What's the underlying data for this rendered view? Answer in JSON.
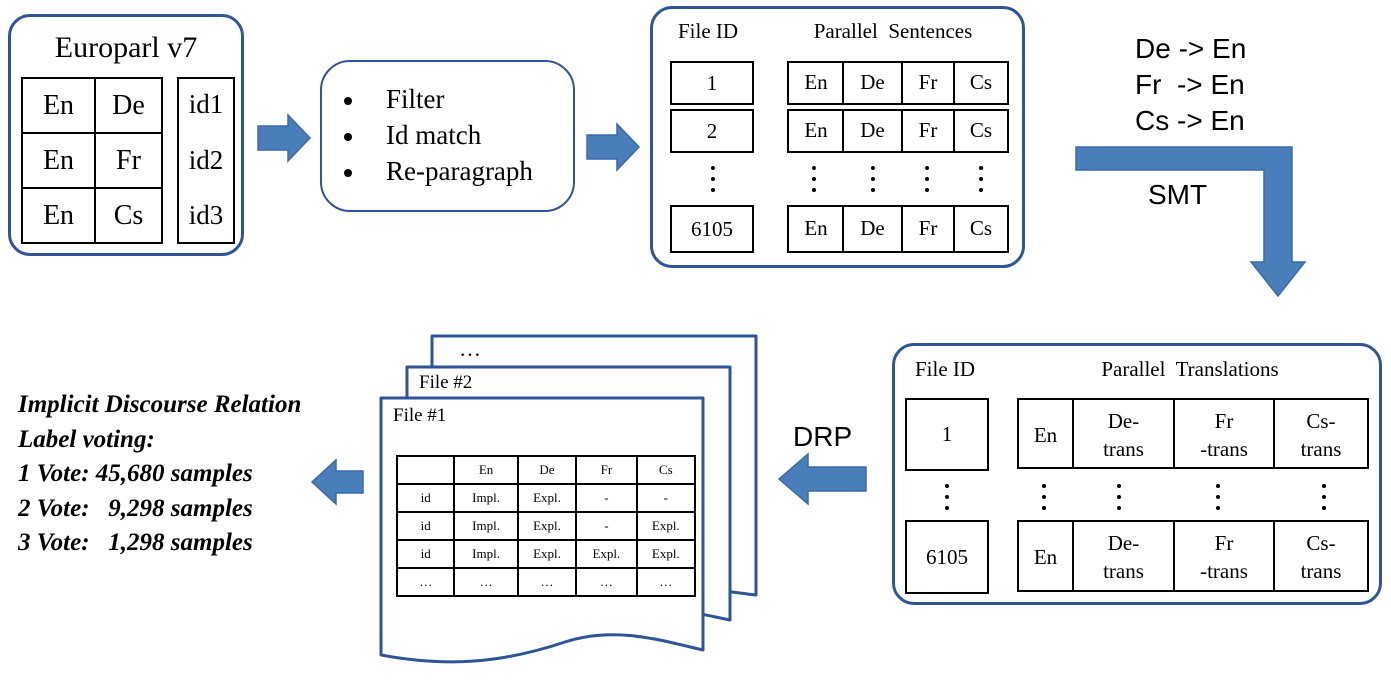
{
  "europarl": {
    "title": "Europarl v7",
    "rows": [
      [
        "En",
        "De"
      ],
      [
        "En",
        "Fr"
      ],
      [
        "En",
        "Cs"
      ]
    ],
    "ids": [
      "id1",
      "id2",
      "id3"
    ]
  },
  "process": {
    "items": [
      "Filter",
      "Id match",
      "Re-paragraph"
    ]
  },
  "parallel_sentences": {
    "file_id_header": "File ID",
    "header": "Parallel  Sentences",
    "rows": [
      {
        "id": "1",
        "langs": [
          "En",
          "De",
          "Fr",
          "Cs"
        ]
      },
      {
        "id": "2",
        "langs": [
          "En",
          "De",
          "Fr",
          "Cs"
        ]
      },
      {
        "id": "6105",
        "langs": [
          "En",
          "De",
          "Fr",
          "Cs"
        ]
      }
    ]
  },
  "smt": {
    "pairs": [
      "De -> En",
      "Fr  -> En",
      "Cs -> En"
    ],
    "label": "SMT"
  },
  "parallel_translations": {
    "file_id_header": "File ID",
    "header": "Parallel  Translations",
    "rows": [
      {
        "id": "1",
        "cells": [
          "En",
          "De-\ntrans",
          "Fr\n-trans",
          "Cs-\ntrans"
        ]
      },
      {
        "id": "6105",
        "cells": [
          "En",
          "De-\ntrans",
          "Fr\n-trans",
          "Cs-\ntrans"
        ]
      }
    ]
  },
  "drp": {
    "label": "DRP"
  },
  "files": {
    "back_label": "…",
    "file2_label": "File #2",
    "file1_label": "File #1",
    "table": {
      "header": [
        "",
        "En",
        "De",
        "Fr",
        "Cs"
      ],
      "rows": [
        [
          "id",
          "Impl.",
          "Expl.",
          "-",
          "-"
        ],
        [
          "id",
          "Impl.",
          "Expl.",
          "-",
          "Expl."
        ],
        [
          "id",
          "Impl.",
          "Expl.",
          "Expl.",
          "Expl."
        ],
        [
          "…",
          "…",
          "…",
          "…",
          "…"
        ]
      ]
    }
  },
  "voting": {
    "lines": [
      "Implicit Discourse Relation",
      "Label voting:",
      "1 Vote: 45,680 samples",
      "2 Vote:   9,298 samples",
      "3 Vote:   1,298 samples"
    ]
  },
  "colors": {
    "panel_border": "#2f5597",
    "arrow_fill": "#4a7ebb",
    "arrow_stroke": "#3a6aa8"
  }
}
